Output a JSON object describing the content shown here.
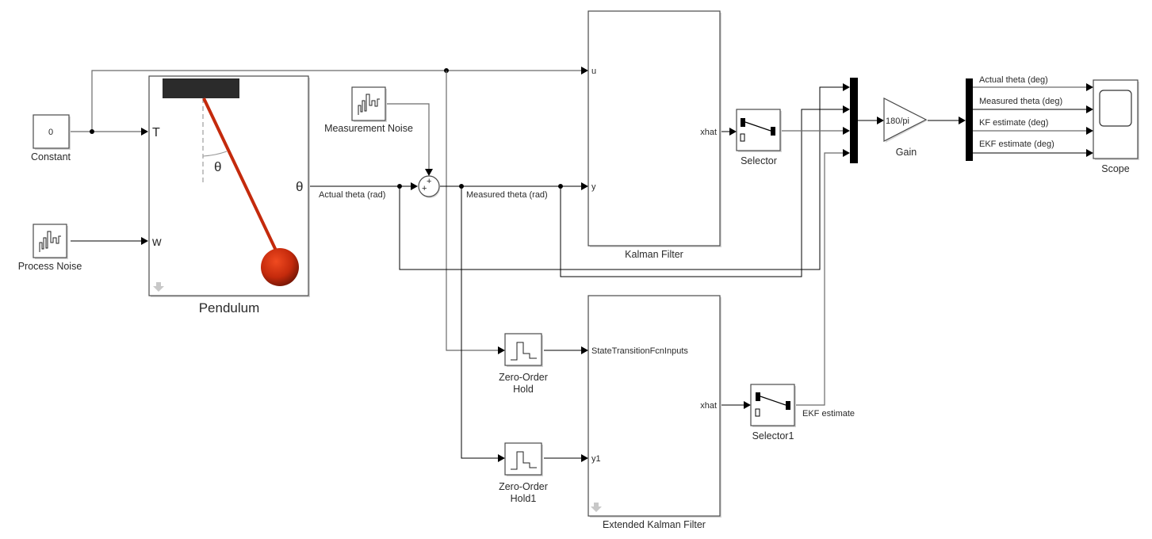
{
  "diagram": {
    "type": "Simulink block diagram",
    "blocks": {
      "constant": {
        "name": "Constant",
        "value": "0"
      },
      "process_noise": {
        "name": "Process Noise"
      },
      "pendulum": {
        "name": "Pendulum",
        "in_ports": [
          "T",
          "w"
        ],
        "out_port": "θ",
        "angle_symbol": "θ"
      },
      "measurement_noise": {
        "name": "Measurement Noise"
      },
      "sum": {
        "signs": [
          "+",
          "+"
        ]
      },
      "kalman_filter": {
        "name": "Kalman Filter",
        "in_ports": [
          "u",
          "y"
        ],
        "out_port": "xhat"
      },
      "selector": {
        "name": "Selector"
      },
      "ekf": {
        "name": "Extended Kalman Filter",
        "in_ports": [
          "StateTransitionFcnInputs",
          "y1"
        ],
        "out_port": "xhat"
      },
      "zoh": {
        "name_line1": "Zero-Order",
        "name_line2": "Hold"
      },
      "zoh1": {
        "name_line1": "Zero-Order",
        "name_line2": "Hold1"
      },
      "selector1": {
        "name": "Selector1"
      },
      "gain": {
        "name": "Gain",
        "value": "180/pi"
      },
      "scope": {
        "name": "Scope"
      }
    },
    "signals": {
      "actual_rad": "Actual theta (rad)",
      "measured_rad": "Measured theta (rad)",
      "ekf_estimate": "EKF estimate",
      "actual_deg": "Actual theta (deg)",
      "measured_deg": "Measured theta (deg)",
      "kf_deg": "KF estimate (deg)",
      "ekf_deg": "EKF estimate (deg)"
    },
    "colors": {
      "pendulum_rod": "#c42a0c",
      "pendulum_bob": "#c42a0c",
      "pivot": "#2b2b2b"
    }
  }
}
